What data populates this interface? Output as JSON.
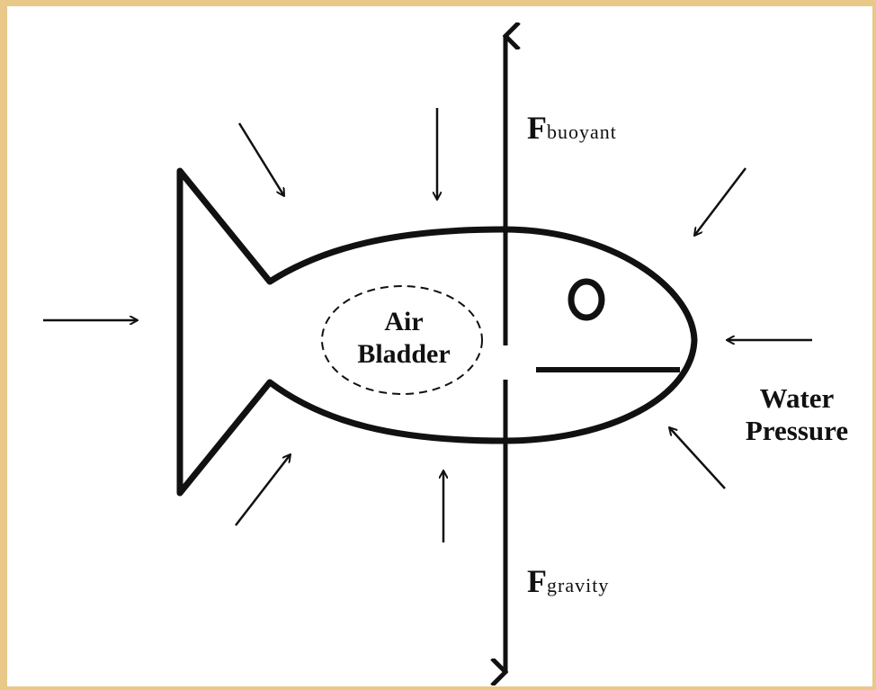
{
  "labels": {
    "air_bladder": [
      "Air",
      "Bladder"
    ],
    "water_pressure": [
      "Water",
      "Pressure"
    ],
    "f_buoyant": {
      "main": "F",
      "sub": "buoyant"
    },
    "f_gravity": {
      "main": "F",
      "sub": "gravity"
    }
  },
  "colors": {
    "background": "#e8c98a",
    "panel": "#ffffff",
    "ink": "#111111"
  }
}
